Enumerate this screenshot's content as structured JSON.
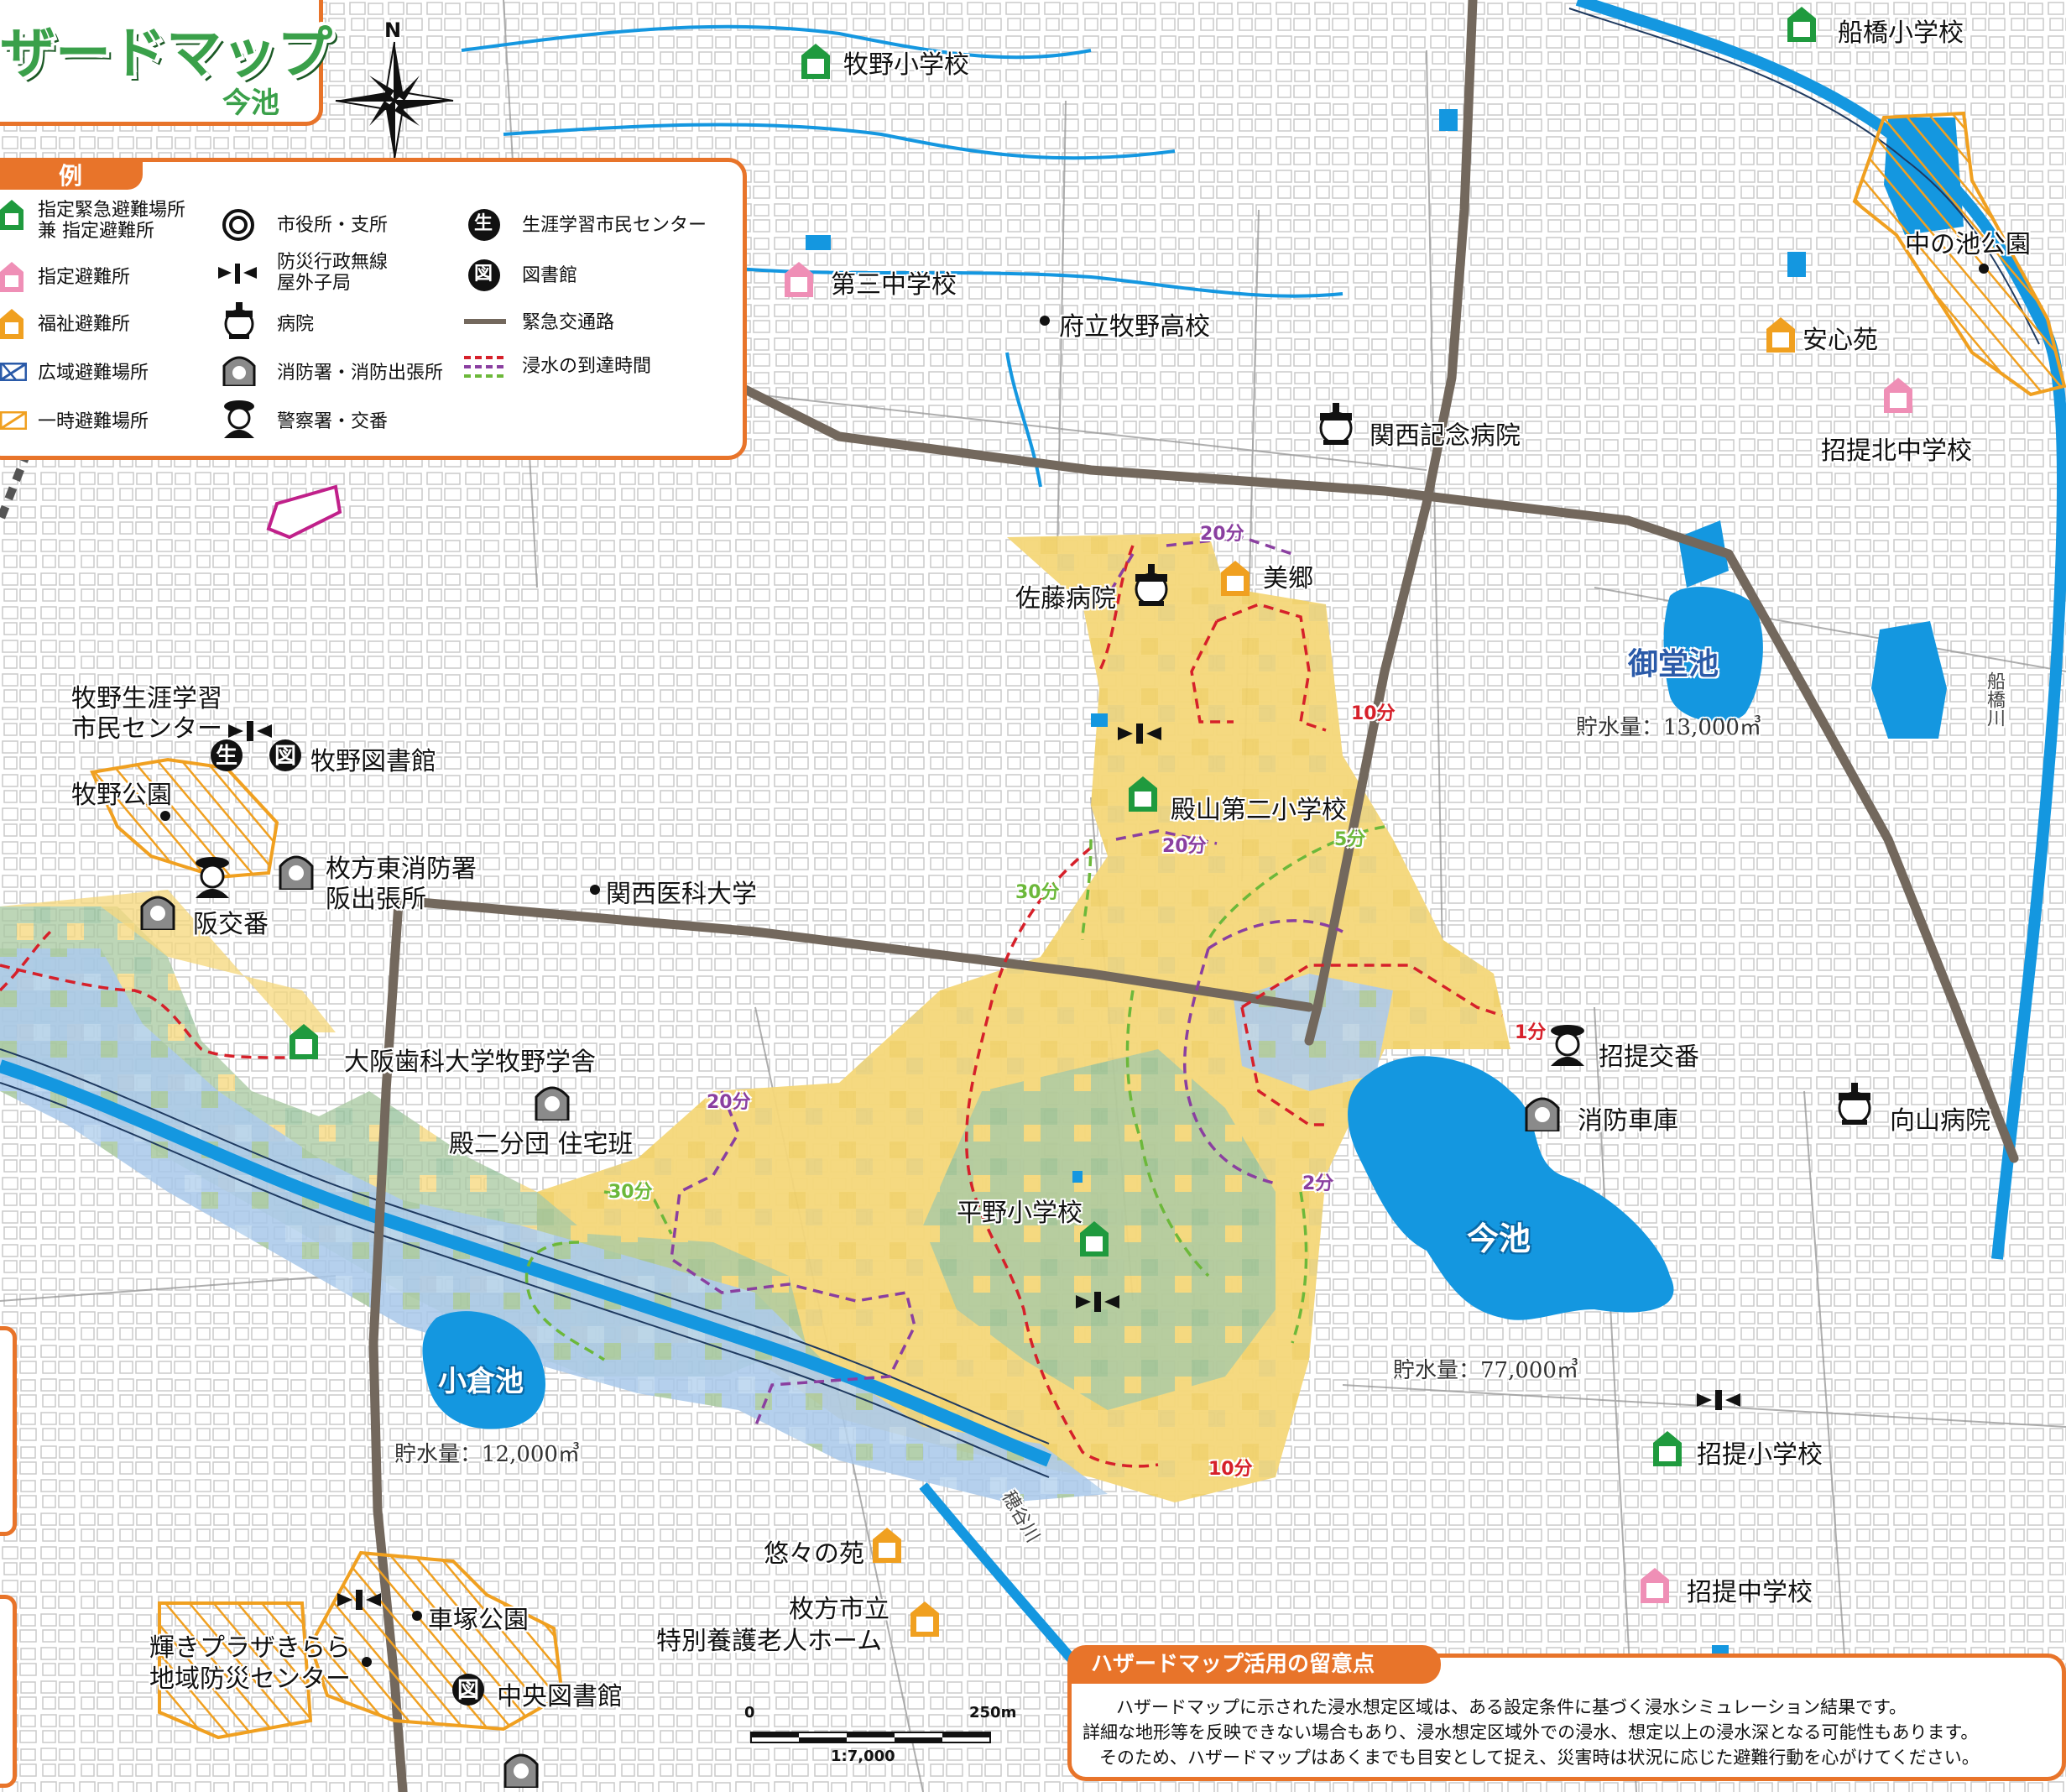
{
  "title": {
    "main": "ザードマップ",
    "sub": "今池"
  },
  "compass_letter": "N",
  "legend": {
    "tab": "例",
    "items": [
      {
        "label1": "指定緊急避難場所",
        "label2": "兼 指定避難所",
        "icon": "green-shelter-icon"
      },
      {
        "label1": "指定避難所",
        "icon": "pink-shelter-icon"
      },
      {
        "label1": "福祉避難所",
        "icon": "orange-shelter-icon"
      },
      {
        "label1": "広域避難場所",
        "icon": "blue-hatch-icon"
      },
      {
        "label1": "一時避難場所",
        "icon": "orange-hatch-icon"
      },
      {
        "label1": "市役所・支所",
        "icon": "city-hall-icon"
      },
      {
        "label1": "防災行政無線",
        "label2": "屋外子局",
        "icon": "radio-speaker-icon"
      },
      {
        "label1": "病院",
        "icon": "hospital-icon"
      },
      {
        "label1": "消防署・消防出張所",
        "icon": "fire-station-icon"
      },
      {
        "label1": "警察署・交番",
        "icon": "police-icon"
      },
      {
        "label1": "生涯学習市民センター",
        "icon": "learning-center-icon",
        "glyph": "生"
      },
      {
        "label1": "図書館",
        "icon": "library-icon",
        "glyph": "図"
      },
      {
        "label1": "緊急交通路",
        "icon": "emergency-road-icon"
      },
      {
        "label1": "浸水の到達時間",
        "icon": "arrival-time-icon"
      }
    ]
  },
  "places": {
    "makino_es": "牧野小学校",
    "funahashi_es": "船橋小学校",
    "daisan_jhs": "第三中学校",
    "makino_hs": "府立牧野高校",
    "nakanoike_park": "中の池公園",
    "anshinen": "安心苑",
    "kansai_kinen": "関西記念病院",
    "shodai_kita_jhs": "招提北中学校",
    "sato_hosp": "佐藤病院",
    "migo": "美郷",
    "midoike": "御堂池",
    "makino_center1": "牧野生涯学習",
    "makino_center2": "市民センター",
    "makino_lib": "牧野図書館",
    "makino_park": "牧野公園",
    "tonoyama2_es": "殿山第二小学校",
    "hirakata_fire1": "枚方東消防署",
    "hirakata_fire2": "阪出張所",
    "saka_koban": "阪交番",
    "kansai_med": "関西医科大学",
    "osaka_dental": "大阪歯科大学牧野学舎",
    "tononi_bundan": "殿二分団 住宅班",
    "shodai_koban": "招提交番",
    "fire_truck": "消防車庫",
    "mukaiyama_hosp": "向山病院",
    "hirano_es": "平野小学校",
    "imaike": "今池",
    "ogura_ike": "小倉池",
    "shodai_es": "招提小学校",
    "yuyu_en": "悠々の苑",
    "tokubetsu1": "枚方市立",
    "tokubetsu2": "特別養護老人ホーム",
    "shodai_jhs": "招提中学校",
    "kurumazuka_park": "車塚公園",
    "kagayaki1": "輝きプラザきらら",
    "kagayaki2": "地域防災センター",
    "chuo_lib": "中央図書館",
    "funahashi_river": "船橋川",
    "amano_river": "穂谷川"
  },
  "volumes": {
    "midoike": "貯水量：13,000㎥",
    "imaike": "貯水量：77,000㎥",
    "ogura": "貯水量：12,000㎥"
  },
  "times": {
    "t20a": "20分",
    "t10a": "10分",
    "t20b": "20分",
    "t5": "5分",
    "t30a": "30分",
    "t1": "1分",
    "t20c": "20分",
    "t30b": "30分",
    "t2": "2分",
    "t10b": "10分"
  },
  "scale": {
    "zero": "0",
    "max": "250m",
    "ratio": "1:7,000"
  },
  "notice": {
    "header": "ハザードマップ活用の留意点",
    "line1": "ハザードマップに示された浸水想定区域は、ある設定条件に基づく浸水シミュレーション結果です。",
    "line2": "詳細な地形等を反映できない場合もあり、浸水想定区域外での浸水、想定以上の浸水深となる可能性もあります。",
    "line3": "そのため、ハザードマップはあくまでも目安として捉え、災害時は状況に応じた避難行動を心がけてください。"
  },
  "colors": {
    "flood_shallow": "#f5d77a",
    "flood_mid": "#a8c9a0",
    "flood_deep": "#a9c9ea",
    "water": "#1497e0",
    "road": "#73685d",
    "accent": "#e8742a",
    "shelter_green": "#1f9a3e",
    "shelter_pink": "#ef8fb6",
    "shelter_orange": "#f0a020",
    "time_red": "#d6202a",
    "time_purple": "#8a3fa0",
    "time_green": "#6cb83a"
  }
}
